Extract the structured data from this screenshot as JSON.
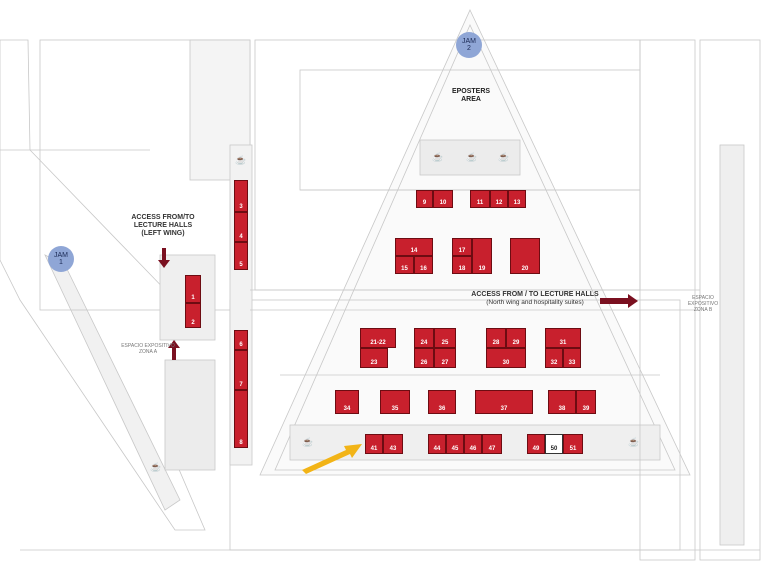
{
  "jams": [
    {
      "id": "jam1",
      "line1": "JAM",
      "line2": "1"
    },
    {
      "id": "jam2",
      "line1": "JAM",
      "line2": "2"
    }
  ],
  "eposters": {
    "line1": "EPOSTERS",
    "line2": "AREA"
  },
  "access_left": {
    "line1": "ACCESS FROM/TO",
    "line2": "LECTURE HALLS",
    "line3": "(LEFT WING)"
  },
  "access_right": {
    "line1": "ACCESS FROM / TO LECTURE HALLS",
    "line2": "(North wing and hospitality suites)"
  },
  "zone_a": {
    "line1": "ESPACIO EXPOSITIVO",
    "line2": "ZONA A"
  },
  "zone_b": {
    "line1": "ESPACIO",
    "line2": "EXPOSITIVO",
    "line3": "ZONA B"
  },
  "booths": [
    "1",
    "2",
    "3",
    "4",
    "5",
    "6",
    "7",
    "8",
    "9",
    "10",
    "11",
    "12",
    "13",
    "14",
    "15",
    "16",
    "17",
    "18",
    "19",
    "20",
    "21-22",
    "23",
    "24",
    "25",
    "26",
    "27",
    "28",
    "29",
    "30",
    "31",
    "32",
    "33",
    "34",
    "35",
    "36",
    "37",
    "38",
    "39",
    "41",
    "43",
    "44",
    "45",
    "46",
    "47",
    "49",
    "50",
    "51"
  ],
  "icons": {
    "coffee": "coffee-cup-icon",
    "arrow": "direction-arrow-icon",
    "highlight": "you-are-here-arrow-icon"
  },
  "colors": {
    "booth": "#c8202d",
    "jam": "#8fa6d6",
    "arrow": "#7a1020",
    "highlight": "#f2b417"
  }
}
